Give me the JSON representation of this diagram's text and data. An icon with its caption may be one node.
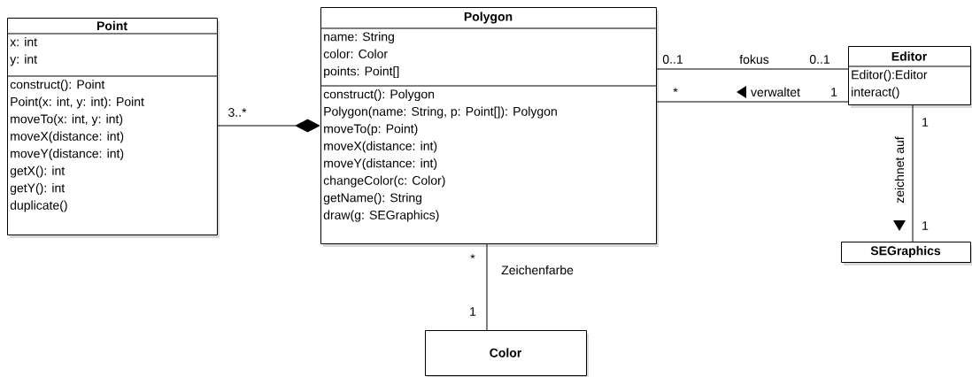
{
  "diagram": {
    "nodes": [
      {
        "text": [
          "Point",
          "x: int",
          "y: int",
          "construct(): Point",
          "Point(x: int, y: int): Point",
          "moveTo(x: int, y: int)",
          "moveX(distance: int)",
          "moveY(distance: int)",
          "getX(): int",
          "getY(): int",
          "duplicate()"
        ]
      },
      {
        "text": [
          "Polygon",
          "name: String",
          "color: Color",
          "points: Point[]",
          "construct(): Polygon",
          "Polygon(name: String, p: Point[]): Polygon",
          "moveTo(p: Point)",
          "moveX(distance: int)",
          "moveY(distance: int)",
          "changeColor(c: Color)",
          "getName(): String",
          "draw(g: SEGraphics)"
        ]
      },
      {
        "text": [
          "Editor",
          "Editor():Editor",
          "interact()"
        ]
      },
      {
        "text": [
          "SEGraphics"
        ]
      },
      {
        "text": [
          "Color"
        ]
      }
    ],
    "edges": [
      {
        "from": 0,
        "to": 1,
        "arrow": "other"
      },
      {
        "from": 1,
        "to": 2,
        "arrow": "none",
        "label": "fokus"
      },
      {
        "from": 1,
        "to": 2,
        "arrow": "none",
        "label": "verwaltet"
      },
      {
        "from": 2,
        "to": 3,
        "arrow": "none",
        "label": "zeichnet auf"
      },
      {
        "from": 1,
        "to": 4,
        "arrow": "none",
        "label": "Zeichenfarbe"
      }
    ],
    "labels": [
      "3..*",
      "0..1",
      "0..1",
      "*",
      "1",
      "1",
      "1",
      "*",
      "1"
    ]
  }
}
